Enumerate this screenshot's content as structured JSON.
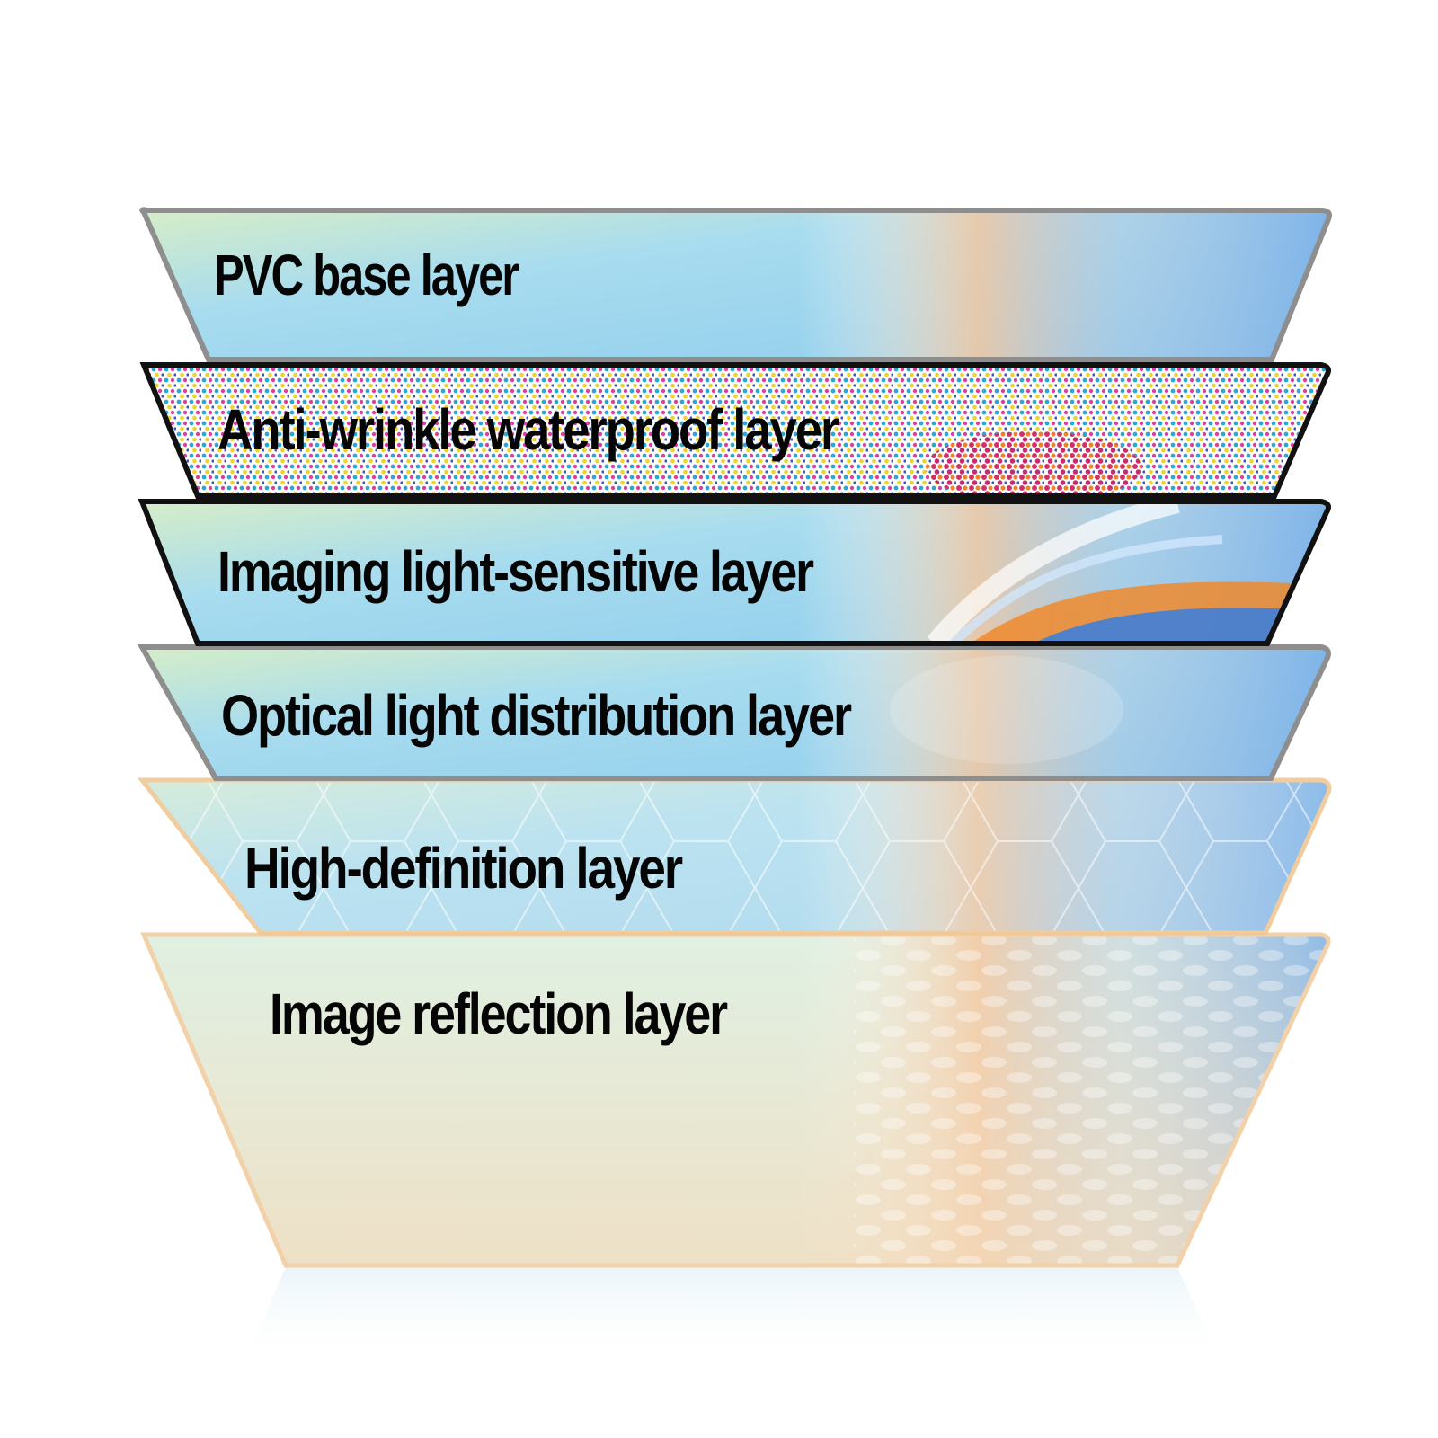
{
  "diagram": {
    "layers": [
      {
        "id": "pvc-base",
        "label": "PVC base layer",
        "texture": "gradient",
        "border_color": "#8e8e8e"
      },
      {
        "id": "anti-wrinkle-waterproof",
        "label": "Anti-wrinkle waterproof layer",
        "texture": "halftone-dots",
        "border_color": "#111111"
      },
      {
        "id": "imaging-light-sensitive",
        "label": "Imaging light-sensitive layer",
        "texture": "gradient-swirl",
        "border_color": "#111111"
      },
      {
        "id": "optical-light-distribution",
        "label": "Optical light distribution layer",
        "texture": "gradient",
        "border_color": "#8e8e8e"
      },
      {
        "id": "high-definition",
        "label": "High-definition layer",
        "texture": "hexagon",
        "border_color": "#f0c896"
      },
      {
        "id": "image-reflection",
        "label": "Image reflection layer",
        "texture": "soft-dots",
        "border_color": "#f2d0a8"
      }
    ],
    "colors": {
      "sky_blue": "#9fd6ee",
      "pale_green": "#dcefc4",
      "peach": "#f5c398",
      "deep_blue": "#6aa8e6",
      "orange_accent": "#f08a2c"
    }
  }
}
